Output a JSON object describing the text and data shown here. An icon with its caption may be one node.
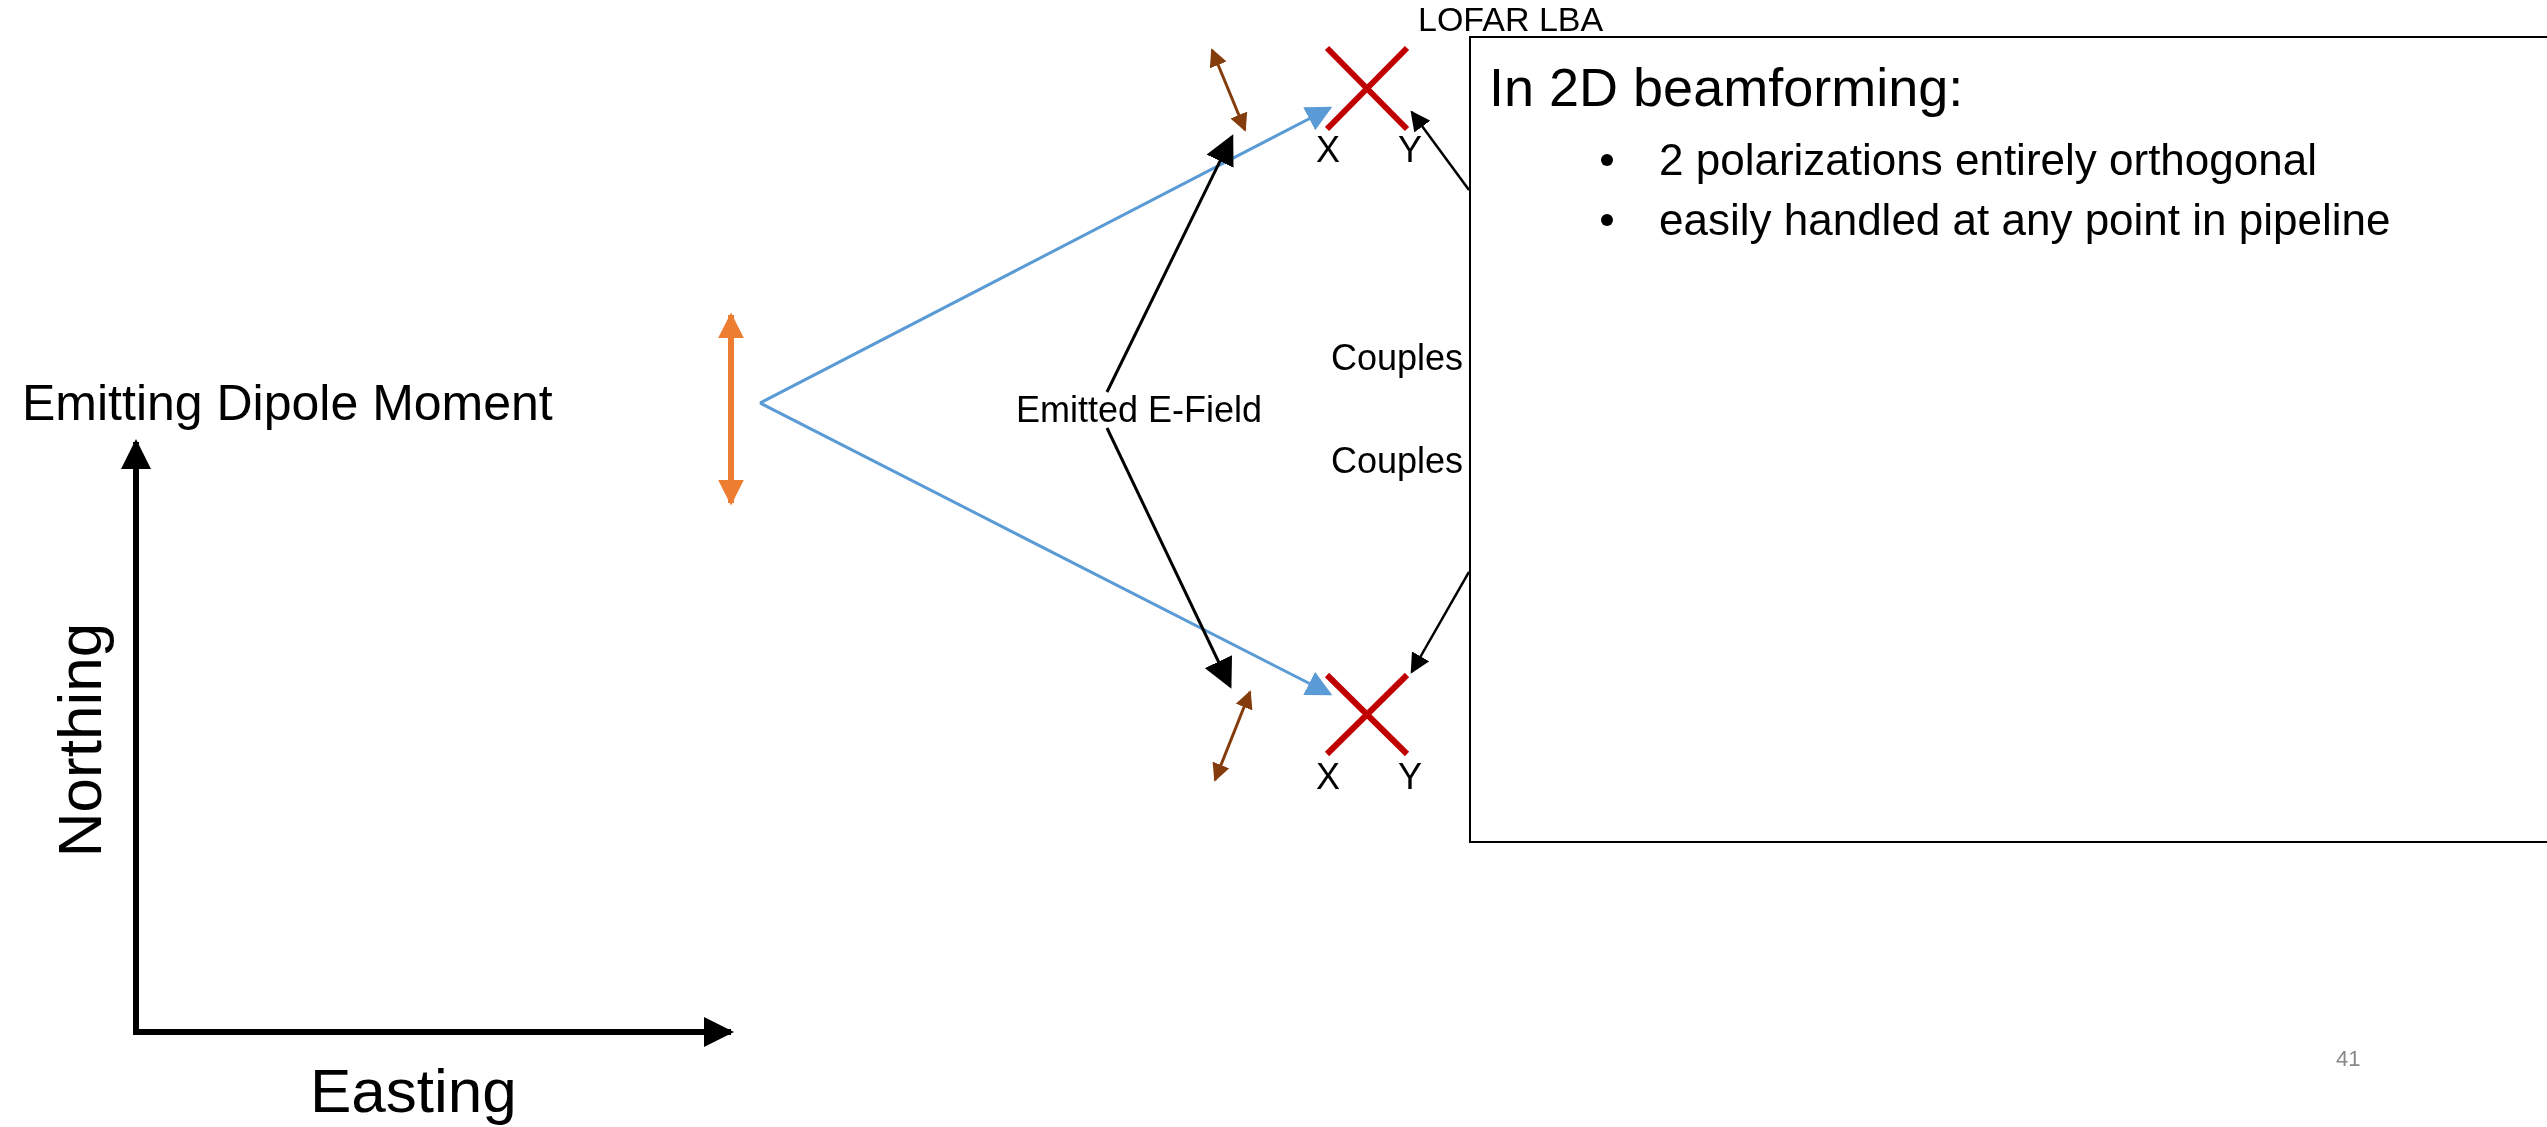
{
  "diagram": {
    "nodes": [
      {
        "text": [],
        "shape": "arrow"
      },
      {
        "text": [],
        "shape": "arrow"
      },
      {
        "text": [],
        "shape": "cross"
      },
      {
        "text": [
          "Emitted E-Field"
        ]
      },
      {
        "text": [],
        "shape": "arrow"
      },
      {
        "text": [],
        "shape": "cross"
      },
      {
        "text": [
          "In 2D beamforming:",
          "2 polarizations entirely orthogonal",
          "easily handled at any point in pipeline"
        ]
      }
    ],
    "edges": [
      {
        "from": 0,
        "to": 2,
        "arrow": "to",
        "color": "#5b9bd5"
      },
      {
        "from": 0,
        "to": 5,
        "arrow": "to",
        "color": "#5b9bd5"
      },
      {
        "from": 3,
        "to": 1,
        "arrow": "to"
      },
      {
        "from": 3,
        "to": 4,
        "arrow": "to"
      },
      {
        "from": 6,
        "to": 2,
        "arrow": "to"
      },
      {
        "from": 6,
        "to": 5,
        "arrow": "to"
      }
    ],
    "labels": [
      "LOFAR LBA",
      "X",
      "Y",
      "Couples",
      "Emitting Dipole Moment",
      "Couples",
      "X",
      "Y",
      "Northing",
      "Easting",
      "41"
    ]
  }
}
